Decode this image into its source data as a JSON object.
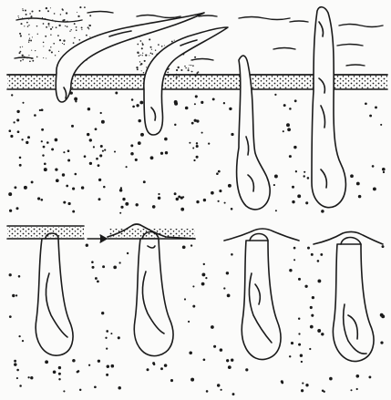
{
  "figure": {
    "kind": "line-drawing",
    "ink_color": "#1a1a1a",
    "paper_color": "#fbfbfa",
    "panels": [
      {
        "id": "burrowing-sequence-top"
      },
      {
        "id": "tube-lifecycle-bottom"
      }
    ]
  }
}
